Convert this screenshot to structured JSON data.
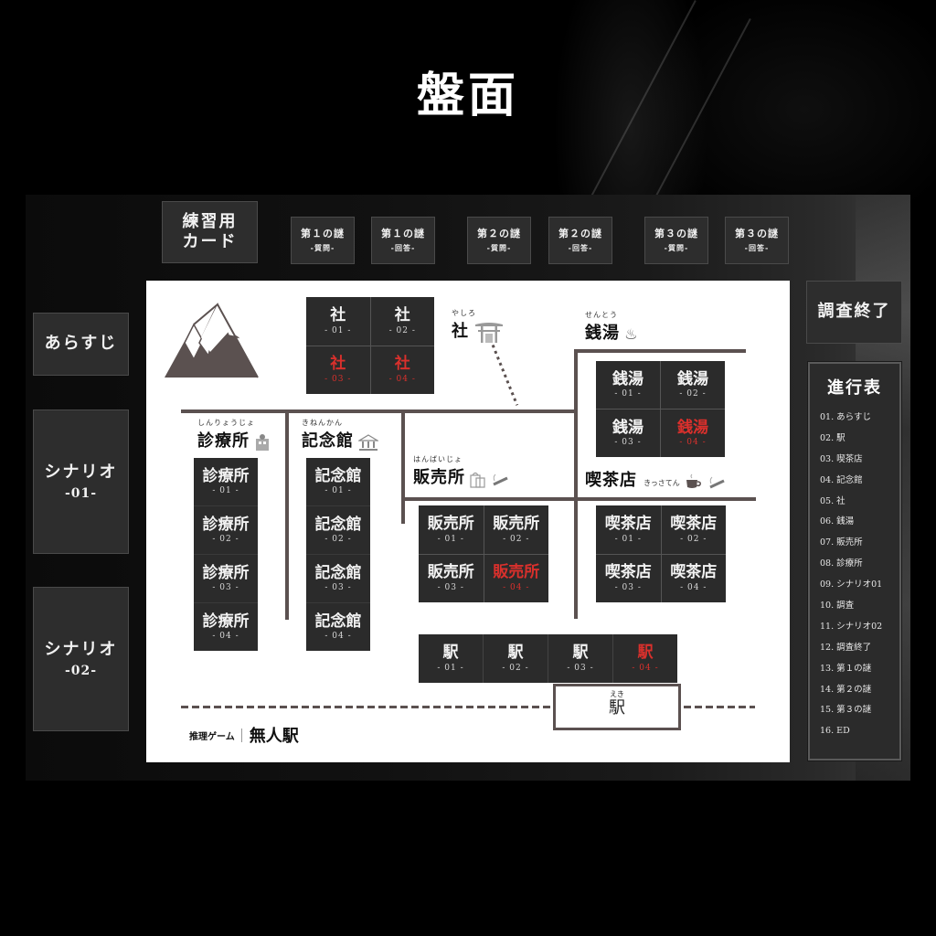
{
  "page": {
    "title": "盤面"
  },
  "top_buttons": [
    {
      "main": "練習用\nカード",
      "sub": ""
    },
    {
      "main": "第１の謎",
      "sub": "-質問-"
    },
    {
      "main": "第１の謎",
      "sub": "-回答-"
    },
    {
      "main": "第２の謎",
      "sub": "-質問-"
    },
    {
      "main": "第２の謎",
      "sub": "-回答-"
    },
    {
      "main": "第３の謎",
      "sub": "-質問-"
    },
    {
      "main": "第３の謎",
      "sub": "-回答-"
    }
  ],
  "left_buttons": [
    {
      "main": "あらすじ",
      "sub": ""
    },
    {
      "main": "シナリオ",
      "sub": "-01-"
    },
    {
      "main": "シナリオ",
      "sub": "-02-"
    }
  ],
  "right_buttons": {
    "end_investigation": "調査終了"
  },
  "progress_table": {
    "title": "進行表",
    "items": [
      "01. あらすじ",
      "02. 駅",
      "03. 喫茶店",
      "04. 記念館",
      "05. 社",
      "06. 銭湯",
      "07. 販売所",
      "08. 診療所",
      "09. シナリオ01",
      "10. 調査",
      "11. シナリオ02",
      "12. 調査終了",
      "13. 第１の謎",
      "14. 第２の謎",
      "15. 第３の謎",
      "16. ED"
    ]
  },
  "locations": {
    "shrine": {
      "ruby": "やしろ",
      "name": "社",
      "icon": "torii-icon"
    },
    "bathhouse": {
      "ruby": "せんとう",
      "name": "銭湯",
      "icon": "hot-spring-icon"
    },
    "clinic": {
      "ruby": "しんりょうじょ",
      "name": "診療所",
      "icon": "clinic-building-icon"
    },
    "memorial": {
      "ruby": "きねんかん",
      "name": "記念館",
      "icon": "museum-icon"
    },
    "shop": {
      "ruby": "はんばいじょ",
      "name": "販売所",
      "icon": "shopping-bag-icon"
    },
    "cafe": {
      "ruby": "きっさてん",
      "name": "喫茶店",
      "icon": "coffee-cup-icon"
    },
    "station": {
      "ruby": "えき",
      "name": "駅"
    }
  },
  "card_decks": {
    "shrine": [
      {
        "name": "社",
        "num": "- 01 -",
        "red": false
      },
      {
        "name": "社",
        "num": "- 02 -",
        "red": false
      },
      {
        "name": "社",
        "num": "- 03 -",
        "red": true
      },
      {
        "name": "社",
        "num": "- 04 -",
        "red": true
      }
    ],
    "bathhouse": [
      {
        "name": "銭湯",
        "num": "- 01 -",
        "red": false
      },
      {
        "name": "銭湯",
        "num": "- 02 -",
        "red": false
      },
      {
        "name": "銭湯",
        "num": "- 03 -",
        "red": false
      },
      {
        "name": "銭湯",
        "num": "- 04 -",
        "red": true
      }
    ],
    "clinic": [
      {
        "name": "診療所",
        "num": "- 01 -",
        "red": false
      },
      {
        "name": "診療所",
        "num": "- 02 -",
        "red": false
      },
      {
        "name": "診療所",
        "num": "- 03 -",
        "red": false
      },
      {
        "name": "診療所",
        "num": "- 04 -",
        "red": false
      }
    ],
    "memorial": [
      {
        "name": "記念館",
        "num": "- 01 -",
        "red": false
      },
      {
        "name": "記念館",
        "num": "- 02 -",
        "red": false
      },
      {
        "name": "記念館",
        "num": "- 03 -",
        "red": false
      },
      {
        "name": "記念館",
        "num": "- 04 -",
        "red": false
      }
    ],
    "shop": [
      {
        "name": "販売所",
        "num": "- 01 -",
        "red": false
      },
      {
        "name": "販売所",
        "num": "- 02 -",
        "red": false
      },
      {
        "name": "販売所",
        "num": "- 03 -",
        "red": false
      },
      {
        "name": "販売所",
        "num": "- 04 -",
        "red": true
      }
    ],
    "cafe": [
      {
        "name": "喫茶店",
        "num": "- 01 -",
        "red": false
      },
      {
        "name": "喫茶店",
        "num": "- 02 -",
        "red": false
      },
      {
        "name": "喫茶店",
        "num": "- 03 -",
        "red": false
      },
      {
        "name": "喫茶店",
        "num": "- 04 -",
        "red": false
      }
    ],
    "station": [
      {
        "name": "駅",
        "num": "- 01 -",
        "red": false
      },
      {
        "name": "駅",
        "num": "- 02 -",
        "red": false
      },
      {
        "name": "駅",
        "num": "- 03 -",
        "red": false
      },
      {
        "name": "駅",
        "num": "- 04 -",
        "red": true
      }
    ]
  },
  "brand": {
    "sub": "推理ゲーム",
    "main": "無人駅"
  },
  "colors": {
    "board_bg": "#ffffff",
    "card_bg": "#2b2b2b",
    "accent_red": "#d9302c",
    "road": "#5b5150",
    "button_bg": "#2d2d2d"
  }
}
